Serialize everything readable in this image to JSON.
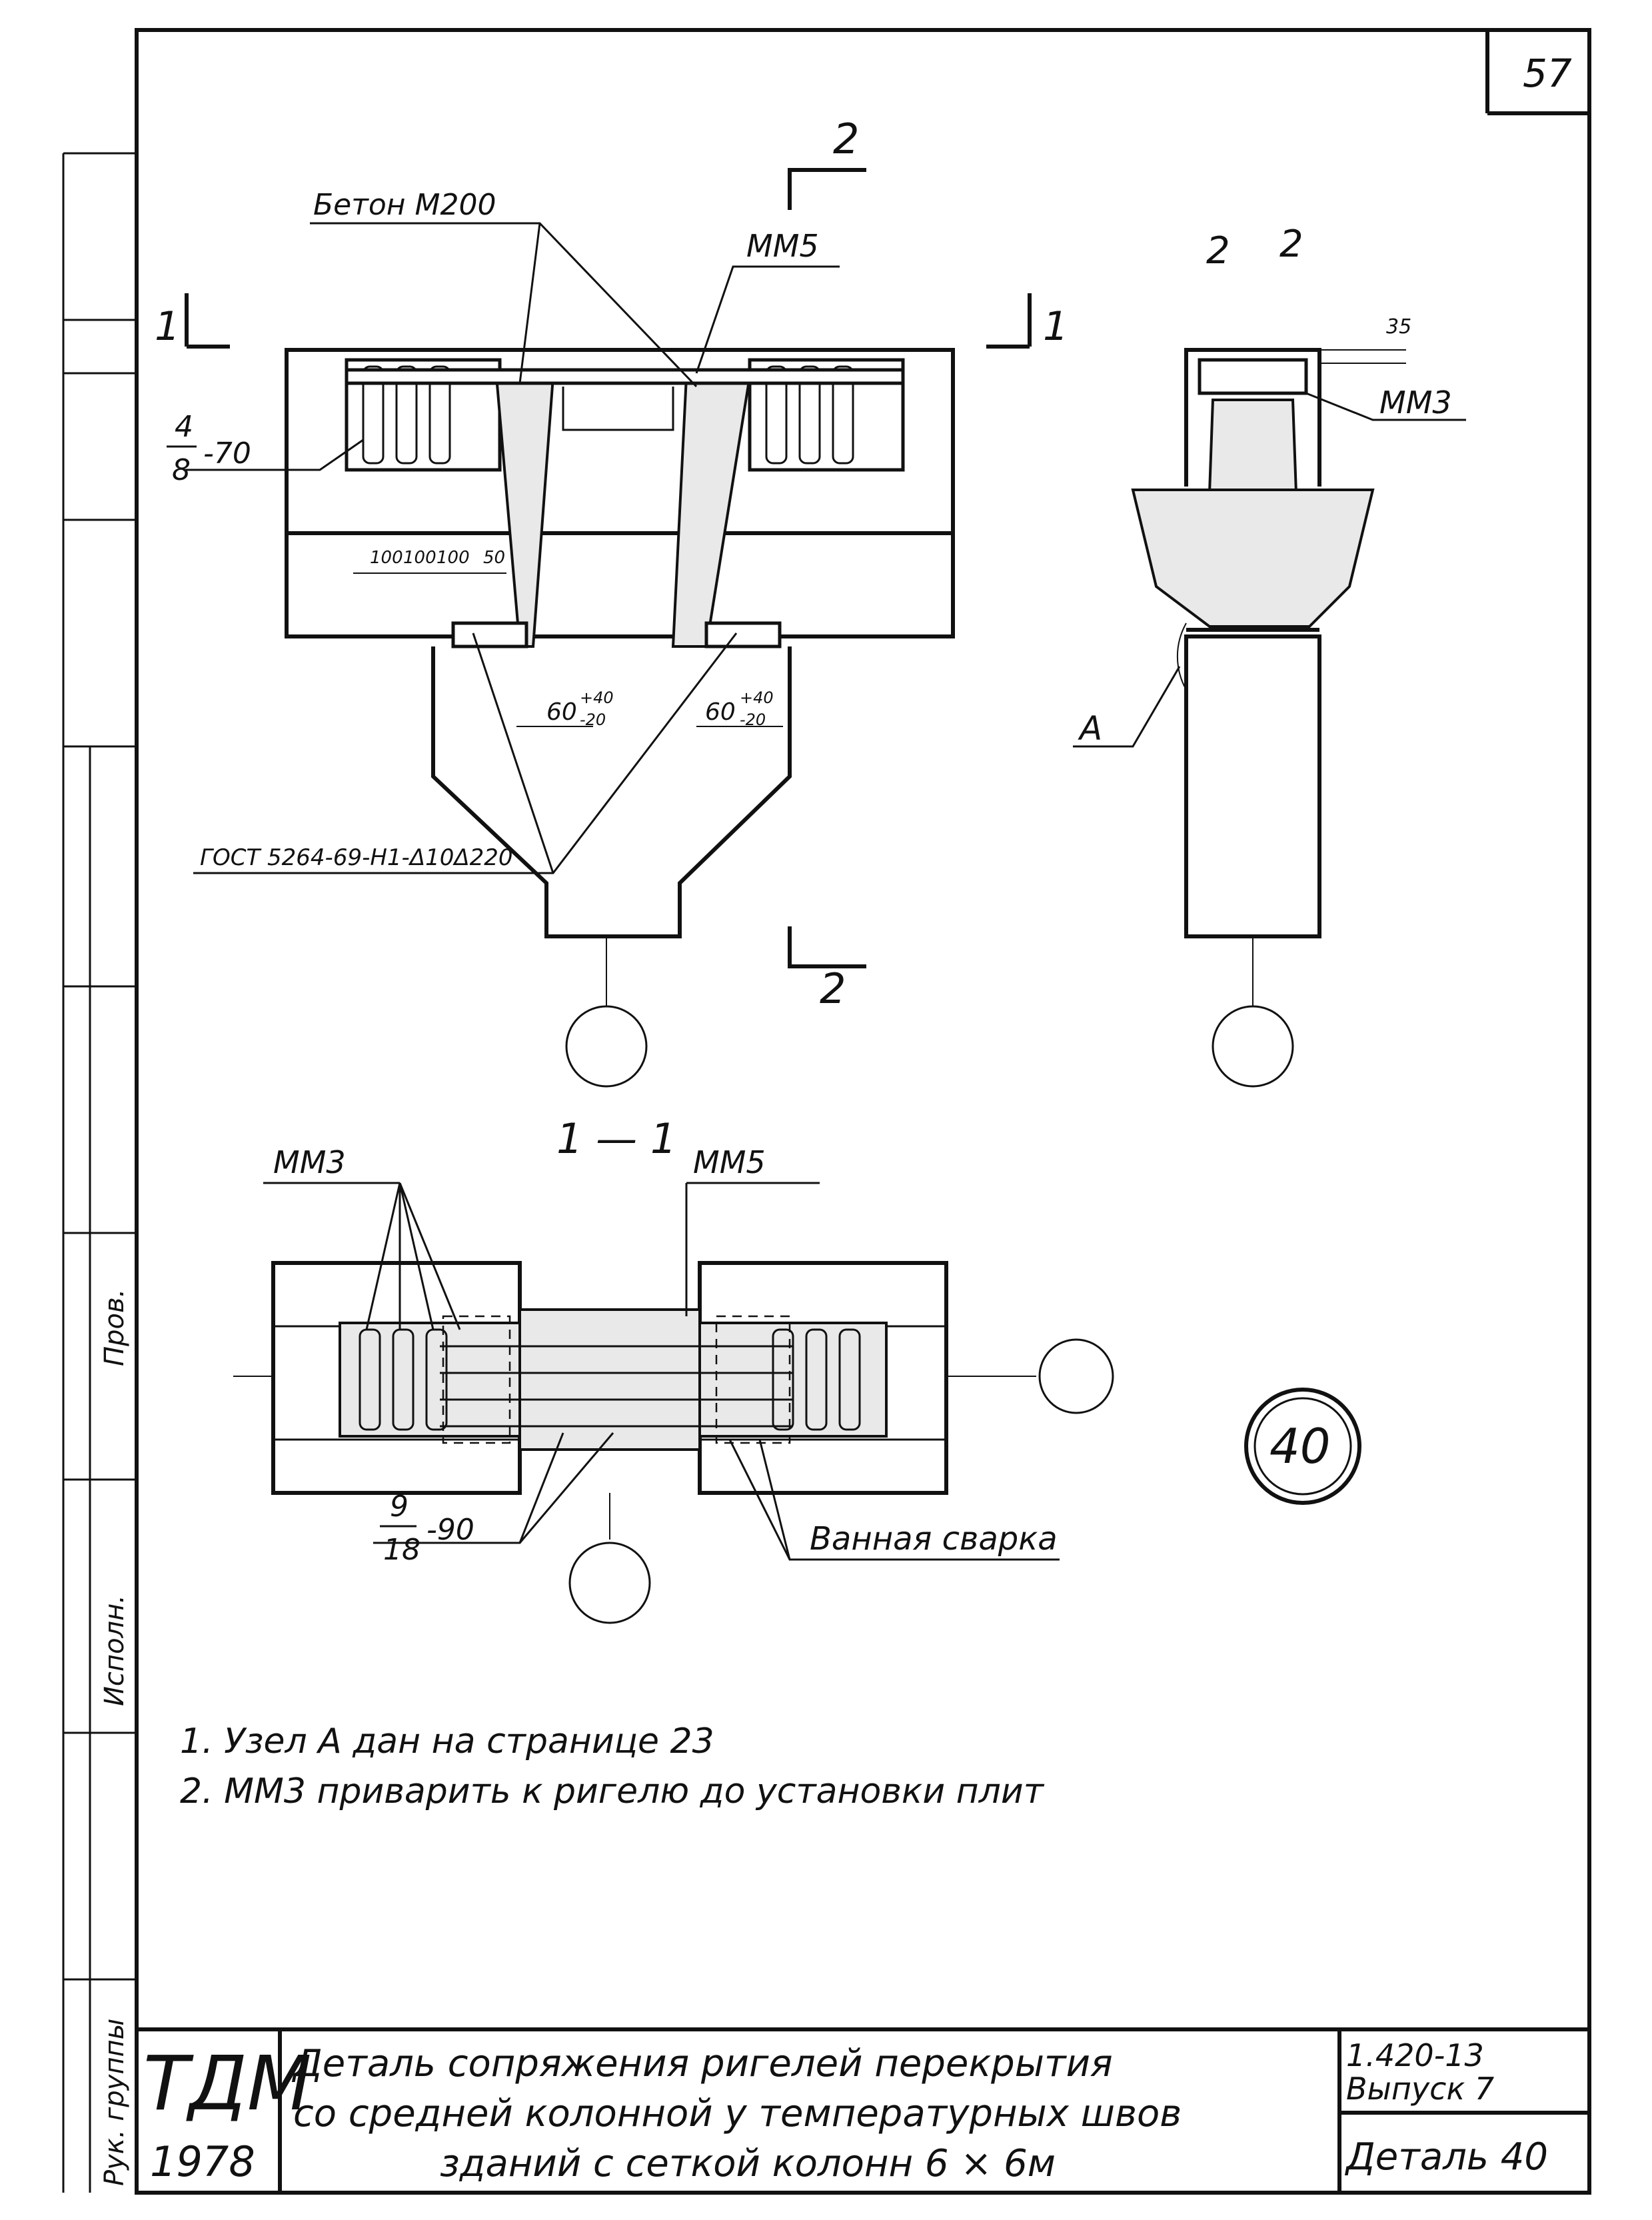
{
  "page_number": "57",
  "section_mark_top": "2",
  "section_mark_bottom": "2",
  "section_1_left": "1",
  "section_1_right": "1",
  "callouts": {
    "beton": "Бетон М200",
    "mm5_top": "ММ5",
    "rebar_frac_top": "4",
    "rebar_frac_bottom": "8",
    "rebar_spacing": "-70",
    "spacing_100a": "100",
    "spacing_100b": "100",
    "spacing_100c": "100",
    "spacing_50": "50",
    "dim_left_main": "60",
    "dim_left_plus": "+40",
    "dim_left_minus": "-20",
    "dim_right_main": "60",
    "dim_right_plus": "+40",
    "dim_right_minus": "-20",
    "gost": "ГОСТ 5264-69-Н1-Δ10Δ220"
  },
  "section_2_2": {
    "title_a": "2",
    "title_b": "2",
    "dim_top": "35",
    "mm3": "ММ3",
    "node_a": "А"
  },
  "section_1_1": {
    "title": "1 — 1",
    "mm3": "ММ3",
    "mm5": "ММ5",
    "rebar_frac_top": "9",
    "rebar_frac_bottom": "18",
    "rebar_spacing": "-90",
    "weld": "Ванная сварка"
  },
  "detail_badge": "40",
  "notes": [
    "1. Узел А дан на странице 23",
    "2. ММ3 приварить к ригелю до установки плит"
  ],
  "title_block": {
    "org": "ТДМ",
    "year": "1978",
    "title_line1": "Деталь сопряжения ригелей   перекрытия",
    "title_line2": "со средней колонной  у температурных швов",
    "title_line3": "зданий   с сеткой  колонн  6 × 6м",
    "series": "1.420-13",
    "issue": "Выпуск 7",
    "detail": "Деталь 40"
  },
  "margin_labels": [
    "Рук. группы",
    "Исполн.",
    "Пров."
  ]
}
